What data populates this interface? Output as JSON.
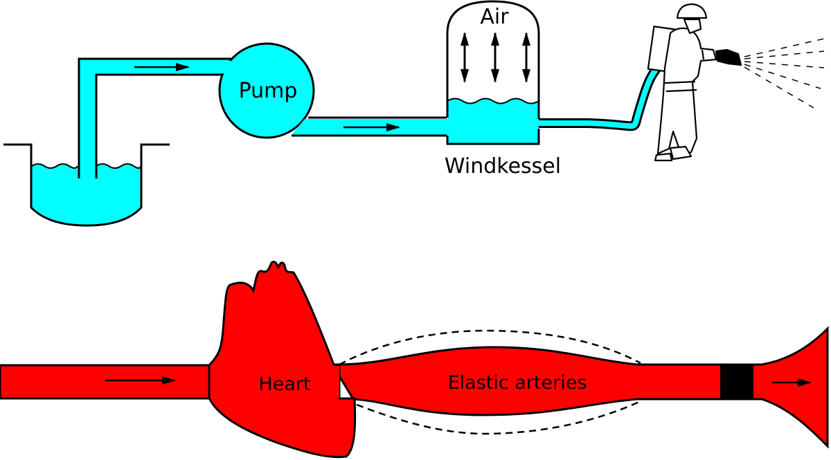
{
  "title": "Windkessel analogy",
  "colors": {
    "water": "#00ffff",
    "blood": "#ff0000",
    "outline": "#000000",
    "background": "#ffffff"
  },
  "top_diagram": {
    "pump_label": "Pump",
    "air_label": "Air",
    "windkessel_label": "Windkessel"
  },
  "bottom_diagram": {
    "heart_label": "Heart",
    "arteries_label": "Elastic arteries"
  }
}
